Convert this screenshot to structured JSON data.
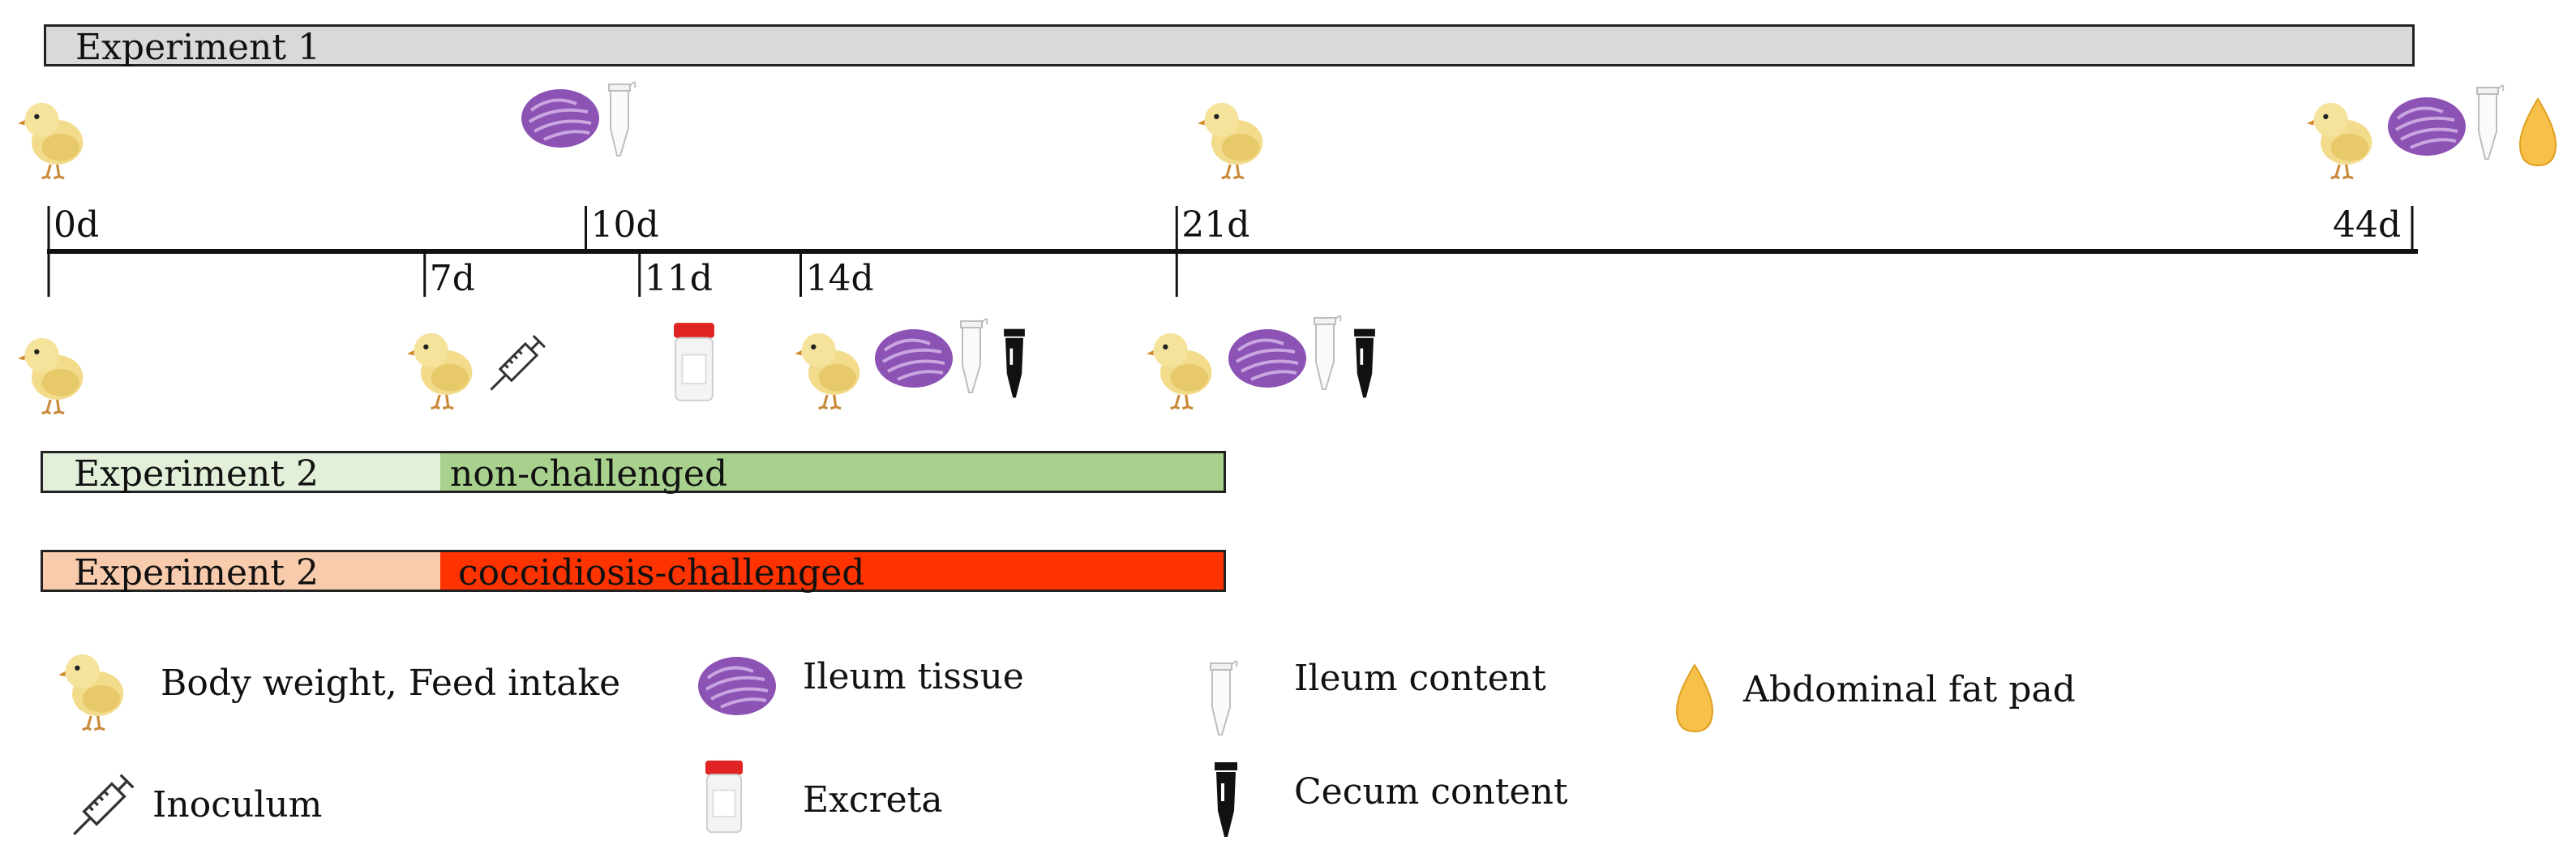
{
  "experiment1": {
    "label": "Experiment 1",
    "fill": "#d9d9d9"
  },
  "experiment2_nc": {
    "label": "Experiment 2",
    "phase": "non-challenged",
    "fill_pre": "#e2f0d9",
    "fill_phase": "#a9d18e"
  },
  "experiment2_cc": {
    "label": "Experiment 2",
    "phase": "coccidiosis-challenged",
    "fill_pre": "#f8cbad",
    "fill_phase": "#ff3300"
  },
  "timeline_top": {
    "ticks": [
      {
        "day": 0,
        "label": "0d"
      },
      {
        "day": 10,
        "label": "10d"
      },
      {
        "day": 21,
        "label": "21d"
      },
      {
        "day": 44,
        "label": "44d"
      }
    ]
  },
  "timeline_bottom": {
    "ticks": [
      {
        "day": 0,
        "label": ""
      },
      {
        "day": 7,
        "label": "7d"
      },
      {
        "day": 11,
        "label": "11d"
      },
      {
        "day": 14,
        "label": "14d"
      },
      {
        "day": 21,
        "label": ""
      }
    ]
  },
  "legend": {
    "body_weight": "Body weight, Feed intake",
    "ileum_tissue": "Ileum tissue",
    "ileum_content": "Ileum content",
    "abdominal_fat": "Abdominal fat pad",
    "inoculum": "Inoculum",
    "excreta": "Excreta",
    "cecum_content": "Cecum content"
  },
  "colors": {
    "chick": "#f2dc8c",
    "ileum_tissue": "#8c52b4",
    "fat_pad": "#f7c04a",
    "tube_lid": "#e02424",
    "cecum_tube": "#111111"
  }
}
